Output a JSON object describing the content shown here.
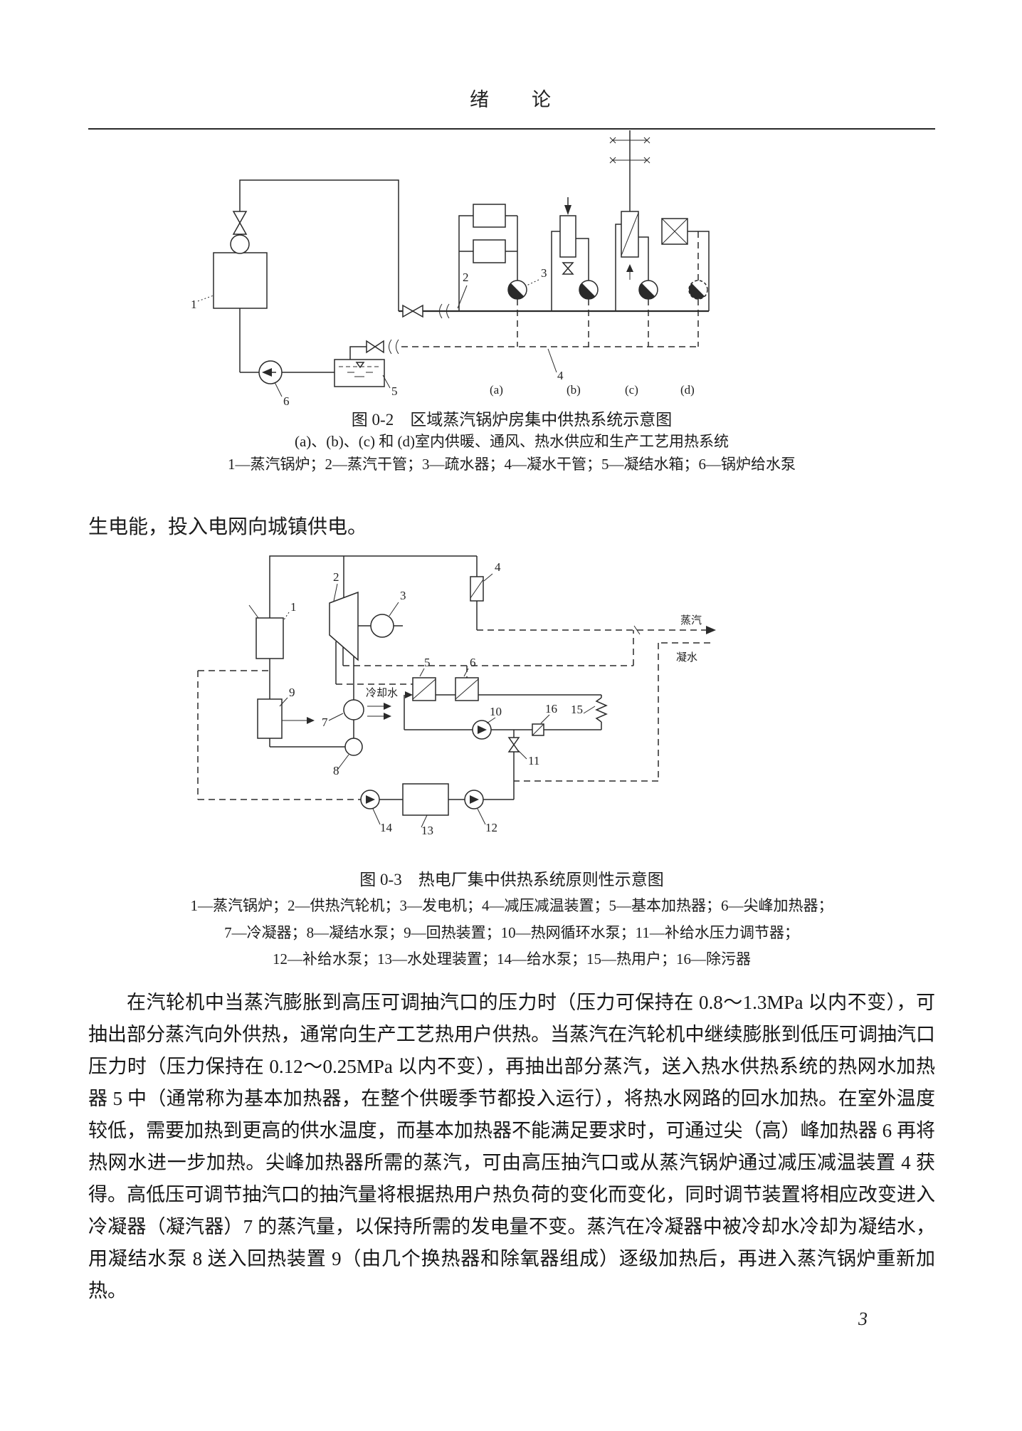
{
  "header": {
    "title": "绪　　论"
  },
  "fig02": {
    "caption": {
      "title": "图 0-2　区域蒸汽锅炉房集中供热系统示意图",
      "sub": "(a)、(b)、(c) 和 (d)室内供暖、通风、热水供应和生产工艺用热系统",
      "legend": "1—蒸汽锅炉；2—蒸汽干管；3—疏水器；4—凝水干管；5—凝结水箱；6—锅炉给水泵"
    },
    "labels": {
      "n1": "1",
      "n2": "2",
      "n3": "3",
      "n4": "4",
      "n5": "5",
      "n6": "6",
      "la": "(a)",
      "lb": "(b)",
      "lc": "(c)",
      "ld": "(d)"
    }
  },
  "intro": {
    "text": "生电能，投入电网向城镇供电。"
  },
  "fig03": {
    "caption": {
      "title": "图 0-3　热电厂集中供热系统原则性示意图",
      "l1": "1—蒸汽锅炉；2—供热汽轮机；3—发电机；4—减压减温装置；5—基本加热器；6—尖峰加热器；",
      "l2": "7—冷凝器；8—凝结水泵；9—回热装置；10—热网循环水泵；11—补给水压力调节器；",
      "l3": "12—补给水泵；13—水处理装置；14—给水泵；15—热用户；16—除污器"
    },
    "labels": {
      "n1": "1",
      "n2": "2",
      "n3": "3",
      "n4": "4",
      "n5": "5",
      "n6": "6",
      "n7": "7",
      "n8": "8",
      "n9": "9",
      "n10": "10",
      "n11": "11",
      "n12": "12",
      "n13": "13",
      "n14": "14",
      "n15": "15",
      "n16": "16",
      "steam": "蒸汽",
      "condensate": "凝水",
      "cooling": "冷却水"
    }
  },
  "body": {
    "text": "在汽轮机中当蒸汽膨胀到高压可调抽汽口的压力时（压力可保持在 0.8～1.3MPa 以内不变），可抽出部分蒸汽向外供热，通常向生产工艺热用户供热。当蒸汽在汽轮机中继续膨胀到低压可调抽汽口压力时（压力保持在 0.12～0.25MPa 以内不变），再抽出部分蒸汽，送入热水供热系统的热网水加热器 5 中（通常称为基本加热器，在整个供暖季节都投入运行），将热水网路的回水加热。在室外温度较低，需要加热到更高的供水温度，而基本加热器不能满足要求时，可通过尖（高）峰加热器 6 再将热网水进一步加热。尖峰加热器所需的蒸汽，可由高压抽汽口或从蒸汽锅炉通过减压减温装置 4 获得。高低压可调节抽汽口的抽汽量将根据热用户热负荷的变化而变化，同时调节装置将相应改变进入冷凝器（凝汽器）7 的蒸汽量，以保持所需的发电量不变。蒸汽在冷凝器中被冷却水冷却为凝结水，用凝结水泵 8 送入回热装置 9（由几个换热器和除氧器组成）逐级加热后，再进入蒸汽锅炉重新加热。"
  },
  "footer": {
    "page_number": "3"
  }
}
